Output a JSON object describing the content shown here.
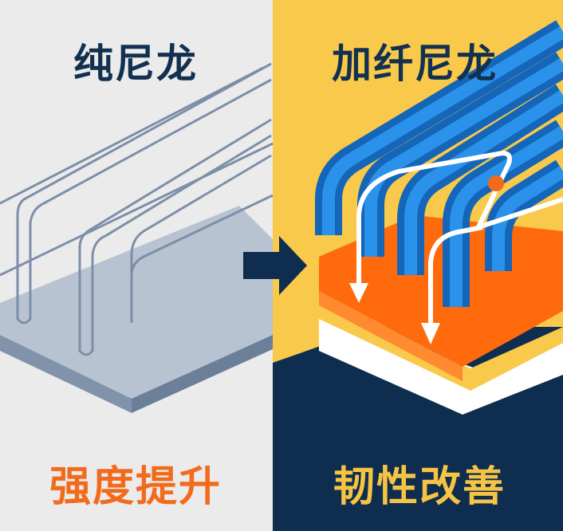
{
  "left_panel": {
    "title": "纯尼龙",
    "caption": "强度提升",
    "background_color": "#ebebeb",
    "caption_color": "#f26b1d"
  },
  "right_panel": {
    "title": "加纤尼龙",
    "caption": "韧性改善",
    "background_color": "#f8c94a",
    "caption_color": "#f6c445"
  },
  "colors": {
    "navy": "#0f2d4f",
    "fiber_blue": "#1e7fd8",
    "orange": "#ff6a0d"
  },
  "icons": [
    "right-arrow-icon"
  ]
}
